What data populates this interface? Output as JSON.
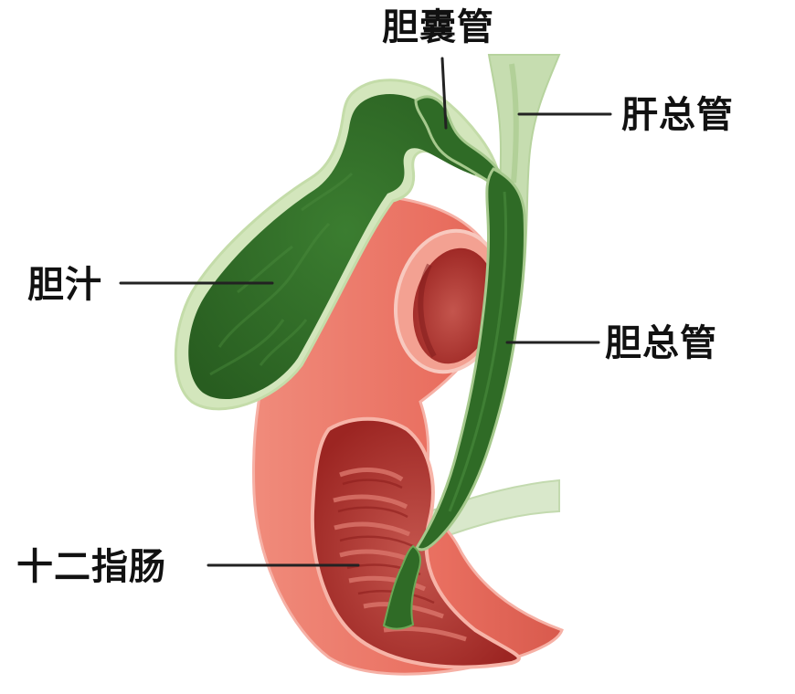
{
  "labels": {
    "cystic_duct": "胆囊管",
    "common_hepatic_duct": "肝总管",
    "bile": "胆汁",
    "common_bile_duct": "胆总管",
    "duodenum": "十二指肠"
  },
  "colors": {
    "bile_green": "#2f6b26",
    "bile_green_light": "#a6c98d",
    "duct_pale": "#c9dfb4",
    "duodenum_outer": "#ec7a6a",
    "duodenum_inner": "#b8302c",
    "leader_line": "#222222"
  }
}
